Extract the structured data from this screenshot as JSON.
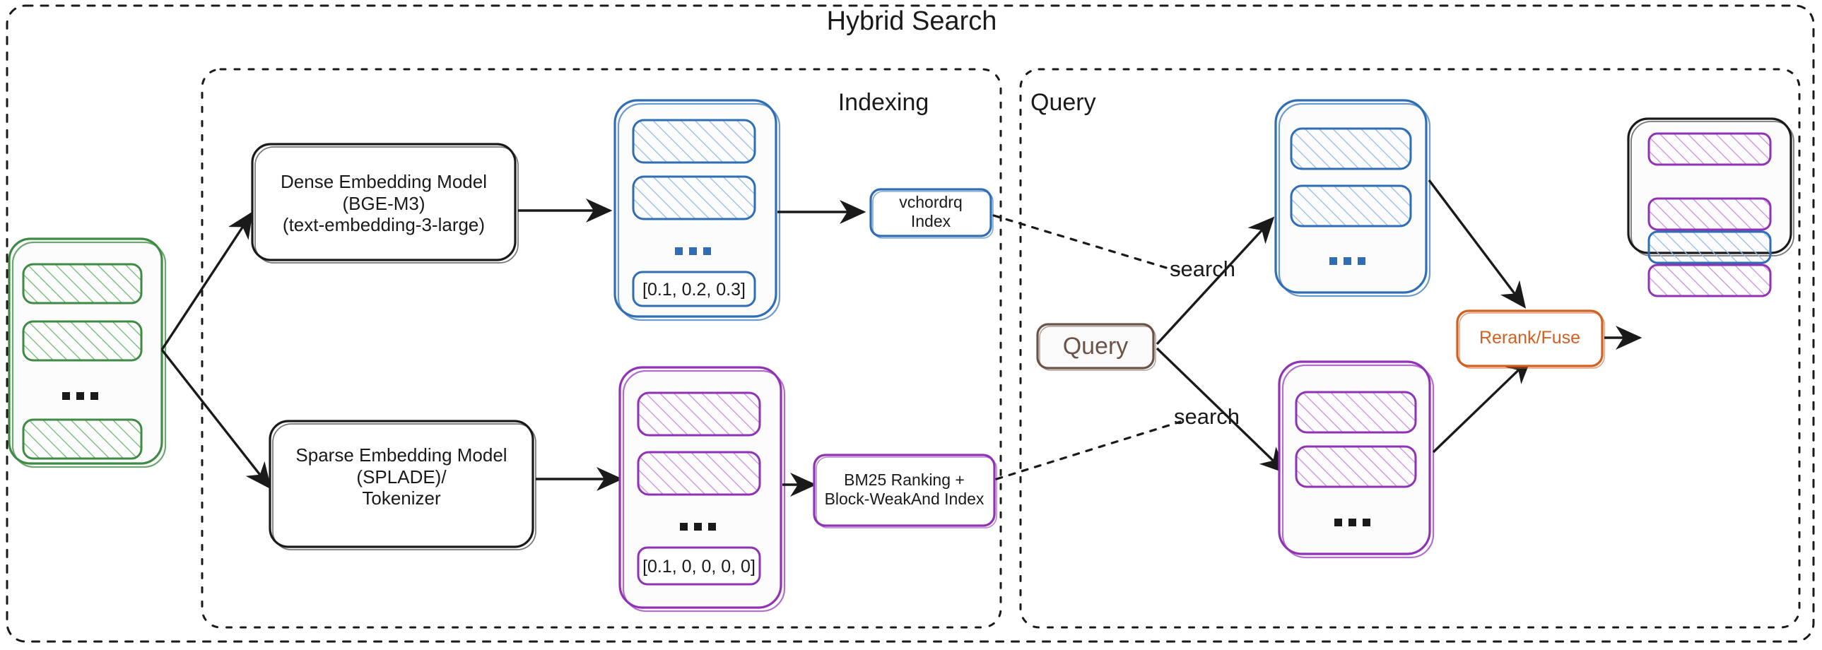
{
  "title": "Hybrid Search",
  "sections": {
    "indexing": "Indexing",
    "query": "Query"
  },
  "colors": {
    "green": "#3f8a44",
    "green_fill": "#dff0df",
    "blue": "#2f6db5",
    "blue_fill": "#dbe8f7",
    "purple": "#9032b5",
    "purple_fill": "#f1e2f7",
    "orange": "#d35f20",
    "brown": "#6a5348",
    "black": "#1a1a1a"
  },
  "boxes": {
    "dense_model": "Dense Embedding Model\n(BGE-M3)\n(text-embedding-3-large)",
    "sparse_model": "Sparse Embedding Model\n(SPLADE)/\nTokenizer",
    "vchordrq_index": "vchordrq\nIndex",
    "bm25_index": "BM25 Ranking +\nBlock-WeakAnd Index",
    "query_node": "Query",
    "rerank_node": "Rerank/Fuse"
  },
  "vectors": {
    "dense": "[0.1, 0.2, 0.3]",
    "sparse": "[0.1, 0, 0, 0, 0]"
  },
  "edge_labels": {
    "search_top": "search",
    "search_bottom": "search"
  },
  "ellipsis": "...",
  "stacks": {
    "documents": {
      "name": "documents-stack",
      "color": "green",
      "items": 3
    },
    "dense_index": {
      "name": "dense-index-stack",
      "color": "blue",
      "items": 3
    },
    "sparse_index": {
      "name": "sparse-index-stack",
      "color": "purple",
      "items": 3
    },
    "dense_results": {
      "name": "dense-results-stack",
      "color": "blue",
      "items": 2
    },
    "sparse_results": {
      "name": "sparse-results-stack",
      "color": "purple",
      "items": 2
    },
    "final_results": {
      "name": "final-results-stack",
      "colors": [
        "purple",
        "purple",
        "blue",
        "purple"
      ],
      "items": 4
    }
  }
}
